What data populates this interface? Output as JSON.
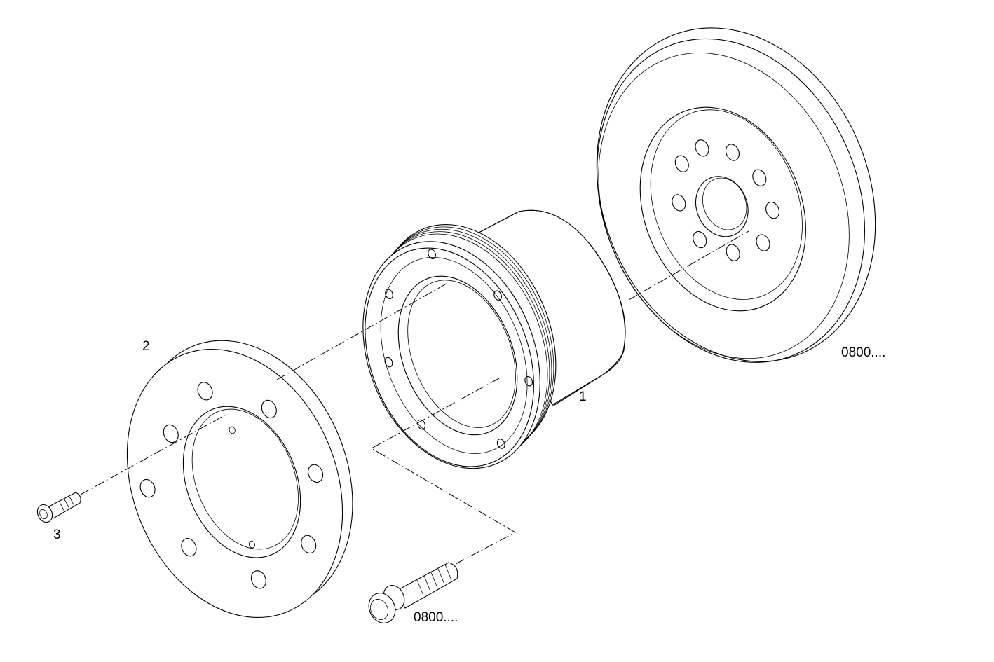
{
  "labels": {
    "part_1": "1",
    "part_2": "2",
    "part_3": "3",
    "ref_hub": "0800....",
    "ref_bolt": "0800...."
  },
  "colors": {
    "line": "#000000",
    "background": "#ffffff"
  }
}
